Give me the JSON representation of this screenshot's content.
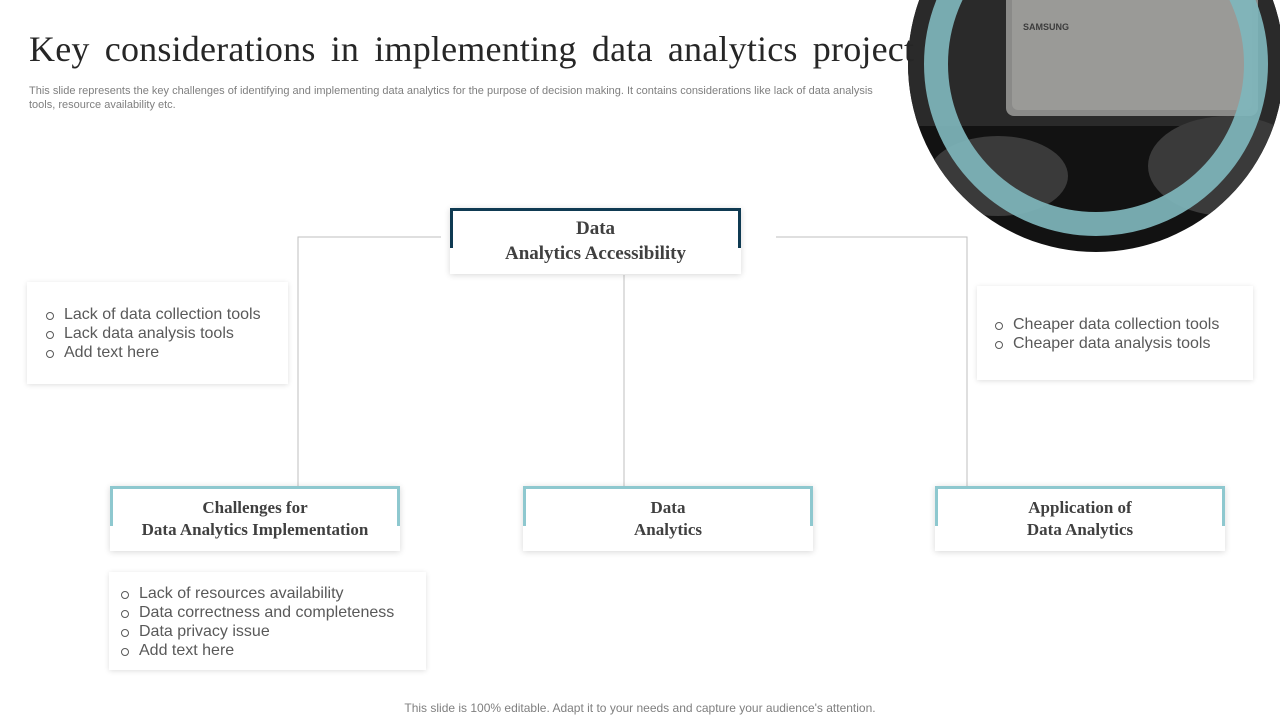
{
  "slide": {
    "title": "Key considerations in implementing data analytics project",
    "subtitle": "This slide represents the key challenges of identifying and implementing data analytics for the purpose of decision making. It contains considerations like lack of data analysis tools, resource availability etc.",
    "footer": "This slide is 100% editable. Adapt it to your needs and capture your audience's attention."
  },
  "photo": {
    "laptop_brand": "SAMSUNG"
  },
  "colors": {
    "accent_teal": "#8ec8cf",
    "accent_navy": "#0f3a52",
    "connector": "#bfbfbf"
  },
  "nodes": {
    "top": "Data\nAnalytics  Accessibility",
    "left": "Challenges for\nData Analytics Implementation",
    "center": "Data\nAnalytics",
    "right": "Application of\nData Analytics"
  },
  "notes": {
    "top_left": [
      "Lack of data collection tools",
      "Lack data analysis tools",
      "Add text here"
    ],
    "top_right": [
      "Cheaper data collection tools",
      "Cheaper data analysis tools"
    ],
    "bottom_left": [
      "Lack of resources availability",
      "Data correctness and completeness",
      "Data privacy issue",
      "Add text here"
    ]
  }
}
